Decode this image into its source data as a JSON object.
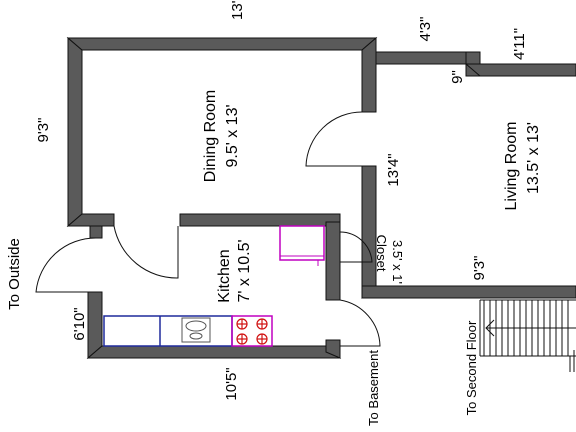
{
  "rooms": {
    "dining": {
      "name": "Dining Room",
      "size": "9.5' x 13'"
    },
    "living": {
      "name": "Living Room",
      "size": "13.5' x 13'"
    },
    "kitchen": {
      "name": "Kitchen",
      "size": "7' x 10.5'"
    },
    "closet": {
      "name": "Closet",
      "size": "3.5' x 1'"
    }
  },
  "dimensions": {
    "top_13": "13'",
    "dining_9_3": "9'3\"",
    "hall_4_3": "4'3\"",
    "living_4_11": "4'11\"",
    "step_9": "9\"",
    "wall_13_4": "13'4\"",
    "living_9_3": "9'3\"",
    "kitchen_6_10": "6'10\"",
    "kitchen_10_5": "10'5\""
  },
  "labels": {
    "to_outside": "To Outside",
    "to_basement": "To Basement",
    "to_second_floor": "To Second Floor"
  },
  "colors": {
    "wall": "#5a5a5a",
    "counter": "#1f2a9c",
    "appliance": "#c000c0",
    "stove_burner": "#d01010"
  }
}
